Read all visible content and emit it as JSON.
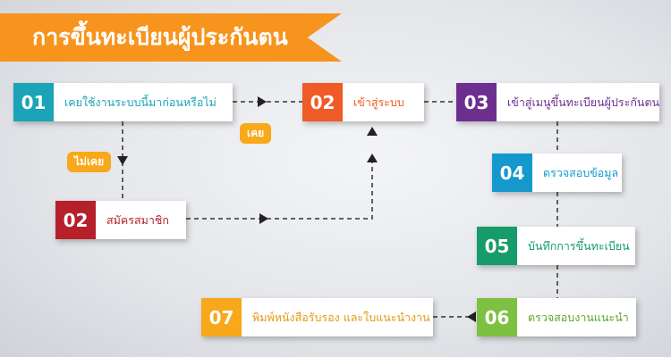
{
  "title": "การขึ้นทะเบียนผู้ประกันตน",
  "colors": {
    "banner": "#f7941d",
    "teal": "#1ba3b7",
    "orange": "#ee5b27",
    "purple": "#6d2f8f",
    "blue": "#1599cc",
    "green_dark": "#169b6b",
    "green_light": "#7dc142",
    "yellow": "#f7a81b",
    "red": "#b5202b"
  },
  "steps": [
    {
      "id": "s1",
      "num": "01",
      "label": "เคยใช้งานระบบนี้มาก่อนหรือไม่",
      "color": "#1ba3b7"
    },
    {
      "id": "s2a",
      "num": "02",
      "label": "เข้าสู่ระบบ",
      "color": "#ee5b27"
    },
    {
      "id": "s2b",
      "num": "02",
      "label": "สมัครสมาชิก",
      "color": "#b5202b"
    },
    {
      "id": "s3",
      "num": "03",
      "label": "เข้าสู่เมนูขึ้นทะเบียนผู้ประกันตน",
      "color": "#6d2f8f"
    },
    {
      "id": "s4",
      "num": "04",
      "label": "ตรวจสอบข้อมูล",
      "color": "#1599cc"
    },
    {
      "id": "s5",
      "num": "05",
      "label": "บันทึกการขึ้นทะเบียน",
      "color": "#169b6b"
    },
    {
      "id": "s6",
      "num": "06",
      "label": "ตรวจสอบงานแนะนำ",
      "color": "#7dc142"
    },
    {
      "id": "s7",
      "num": "07",
      "label": "พิมพ์หนังสือรับรอง และใบแนะนำงาน",
      "color": "#f7a81b"
    }
  ],
  "tags": {
    "yes": "เคย",
    "no": "ไม่เคย"
  }
}
